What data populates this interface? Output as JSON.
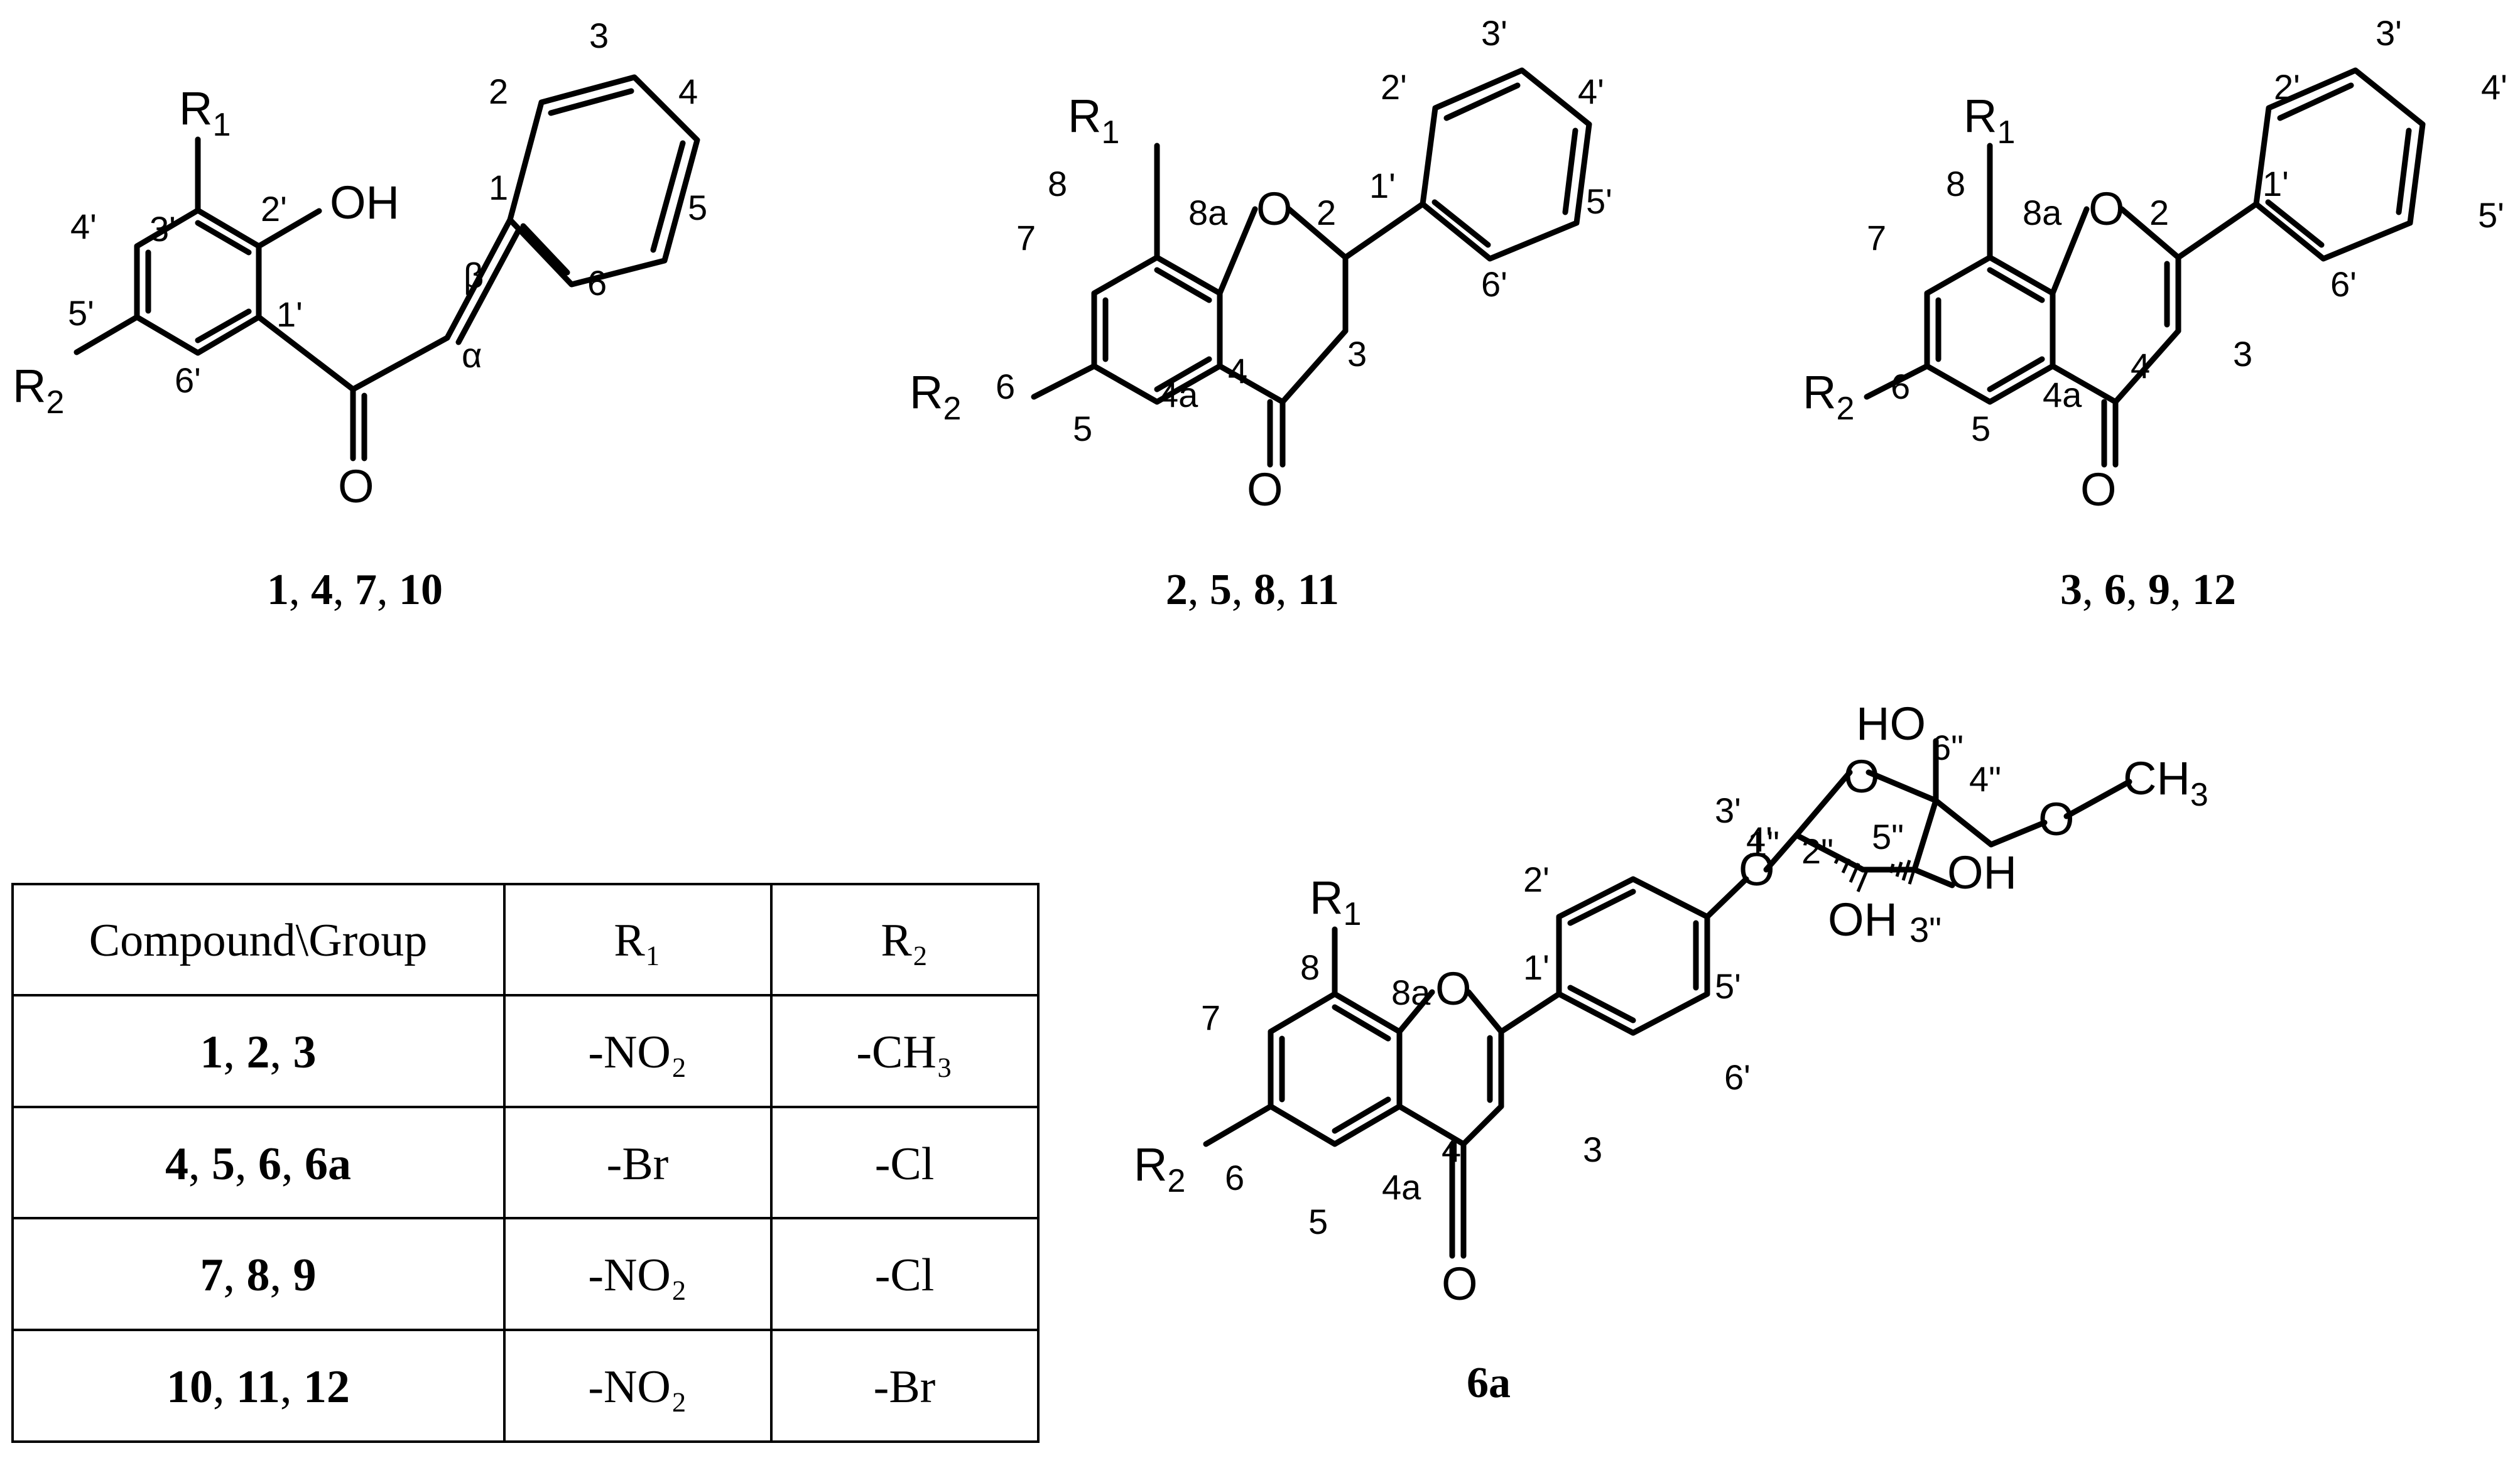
{
  "captions": {
    "chalcones": [
      "1",
      ", ",
      "4",
      ", ",
      "7",
      ", ",
      "10"
    ],
    "flavanones": [
      "2",
      ", ",
      "5",
      ", ",
      "8",
      ", ",
      "11"
    ],
    "flavones": [
      "3",
      ", ",
      "6",
      ", ",
      "9",
      ", ",
      "12"
    ],
    "glycoside": "6a"
  },
  "atoms": {
    "R": "R",
    "sub1": "1",
    "sub2": "2",
    "O": "O",
    "OH": "OH",
    "HO": "HO",
    "CH": "CH",
    "sub3": "3"
  },
  "numbering": {
    "chalcone": [
      "2",
      "3",
      "4",
      "5",
      "6",
      "1",
      "β",
      "α",
      "3'",
      "2'",
      "4'",
      "5'",
      "1'",
      "6'"
    ],
    "flavanone": [
      "3'",
      "2'",
      "4'",
      "1'",
      "5'",
      "6'",
      "8",
      "8a",
      "2",
      "7",
      "6",
      "4",
      "3",
      "4a",
      "5"
    ],
    "flavone": [
      "3'",
      "2'",
      "4'",
      "1'",
      "8",
      "8a",
      "2",
      "5'",
      "7",
      "6'",
      "4",
      "3",
      "6",
      "4a",
      "5"
    ],
    "glycoside": [
      "6\"",
      "4\"",
      "3'",
      "4'",
      "1\"",
      "2\"",
      "5\"",
      "2'",
      "3\"",
      "1'",
      "8",
      "8a",
      "7",
      "5'",
      "6'",
      "4",
      "3",
      "6",
      "4a",
      "5"
    ]
  },
  "table": {
    "header": [
      "Compound\\Group",
      "R₁",
      "R₂"
    ],
    "rows": [
      {
        "compounds": [
          "1",
          ", ",
          "2",
          ", ",
          "3"
        ],
        "r1": "-NO₂",
        "r2": "-CH₃"
      },
      {
        "compounds": [
          "4",
          ", ",
          "5",
          ", ",
          "6",
          ", ",
          "6a"
        ],
        "r1": "-Br",
        "r2": "-Cl"
      },
      {
        "compounds": [
          "7",
          ", ",
          "8",
          ", ",
          "9"
        ],
        "r1": "-NO₂",
        "r2": "-Cl"
      },
      {
        "compounds": [
          "10",
          ", ",
          "11",
          ", ",
          "12"
        ],
        "r1": "-NO₂",
        "r2": "-Br"
      }
    ]
  }
}
